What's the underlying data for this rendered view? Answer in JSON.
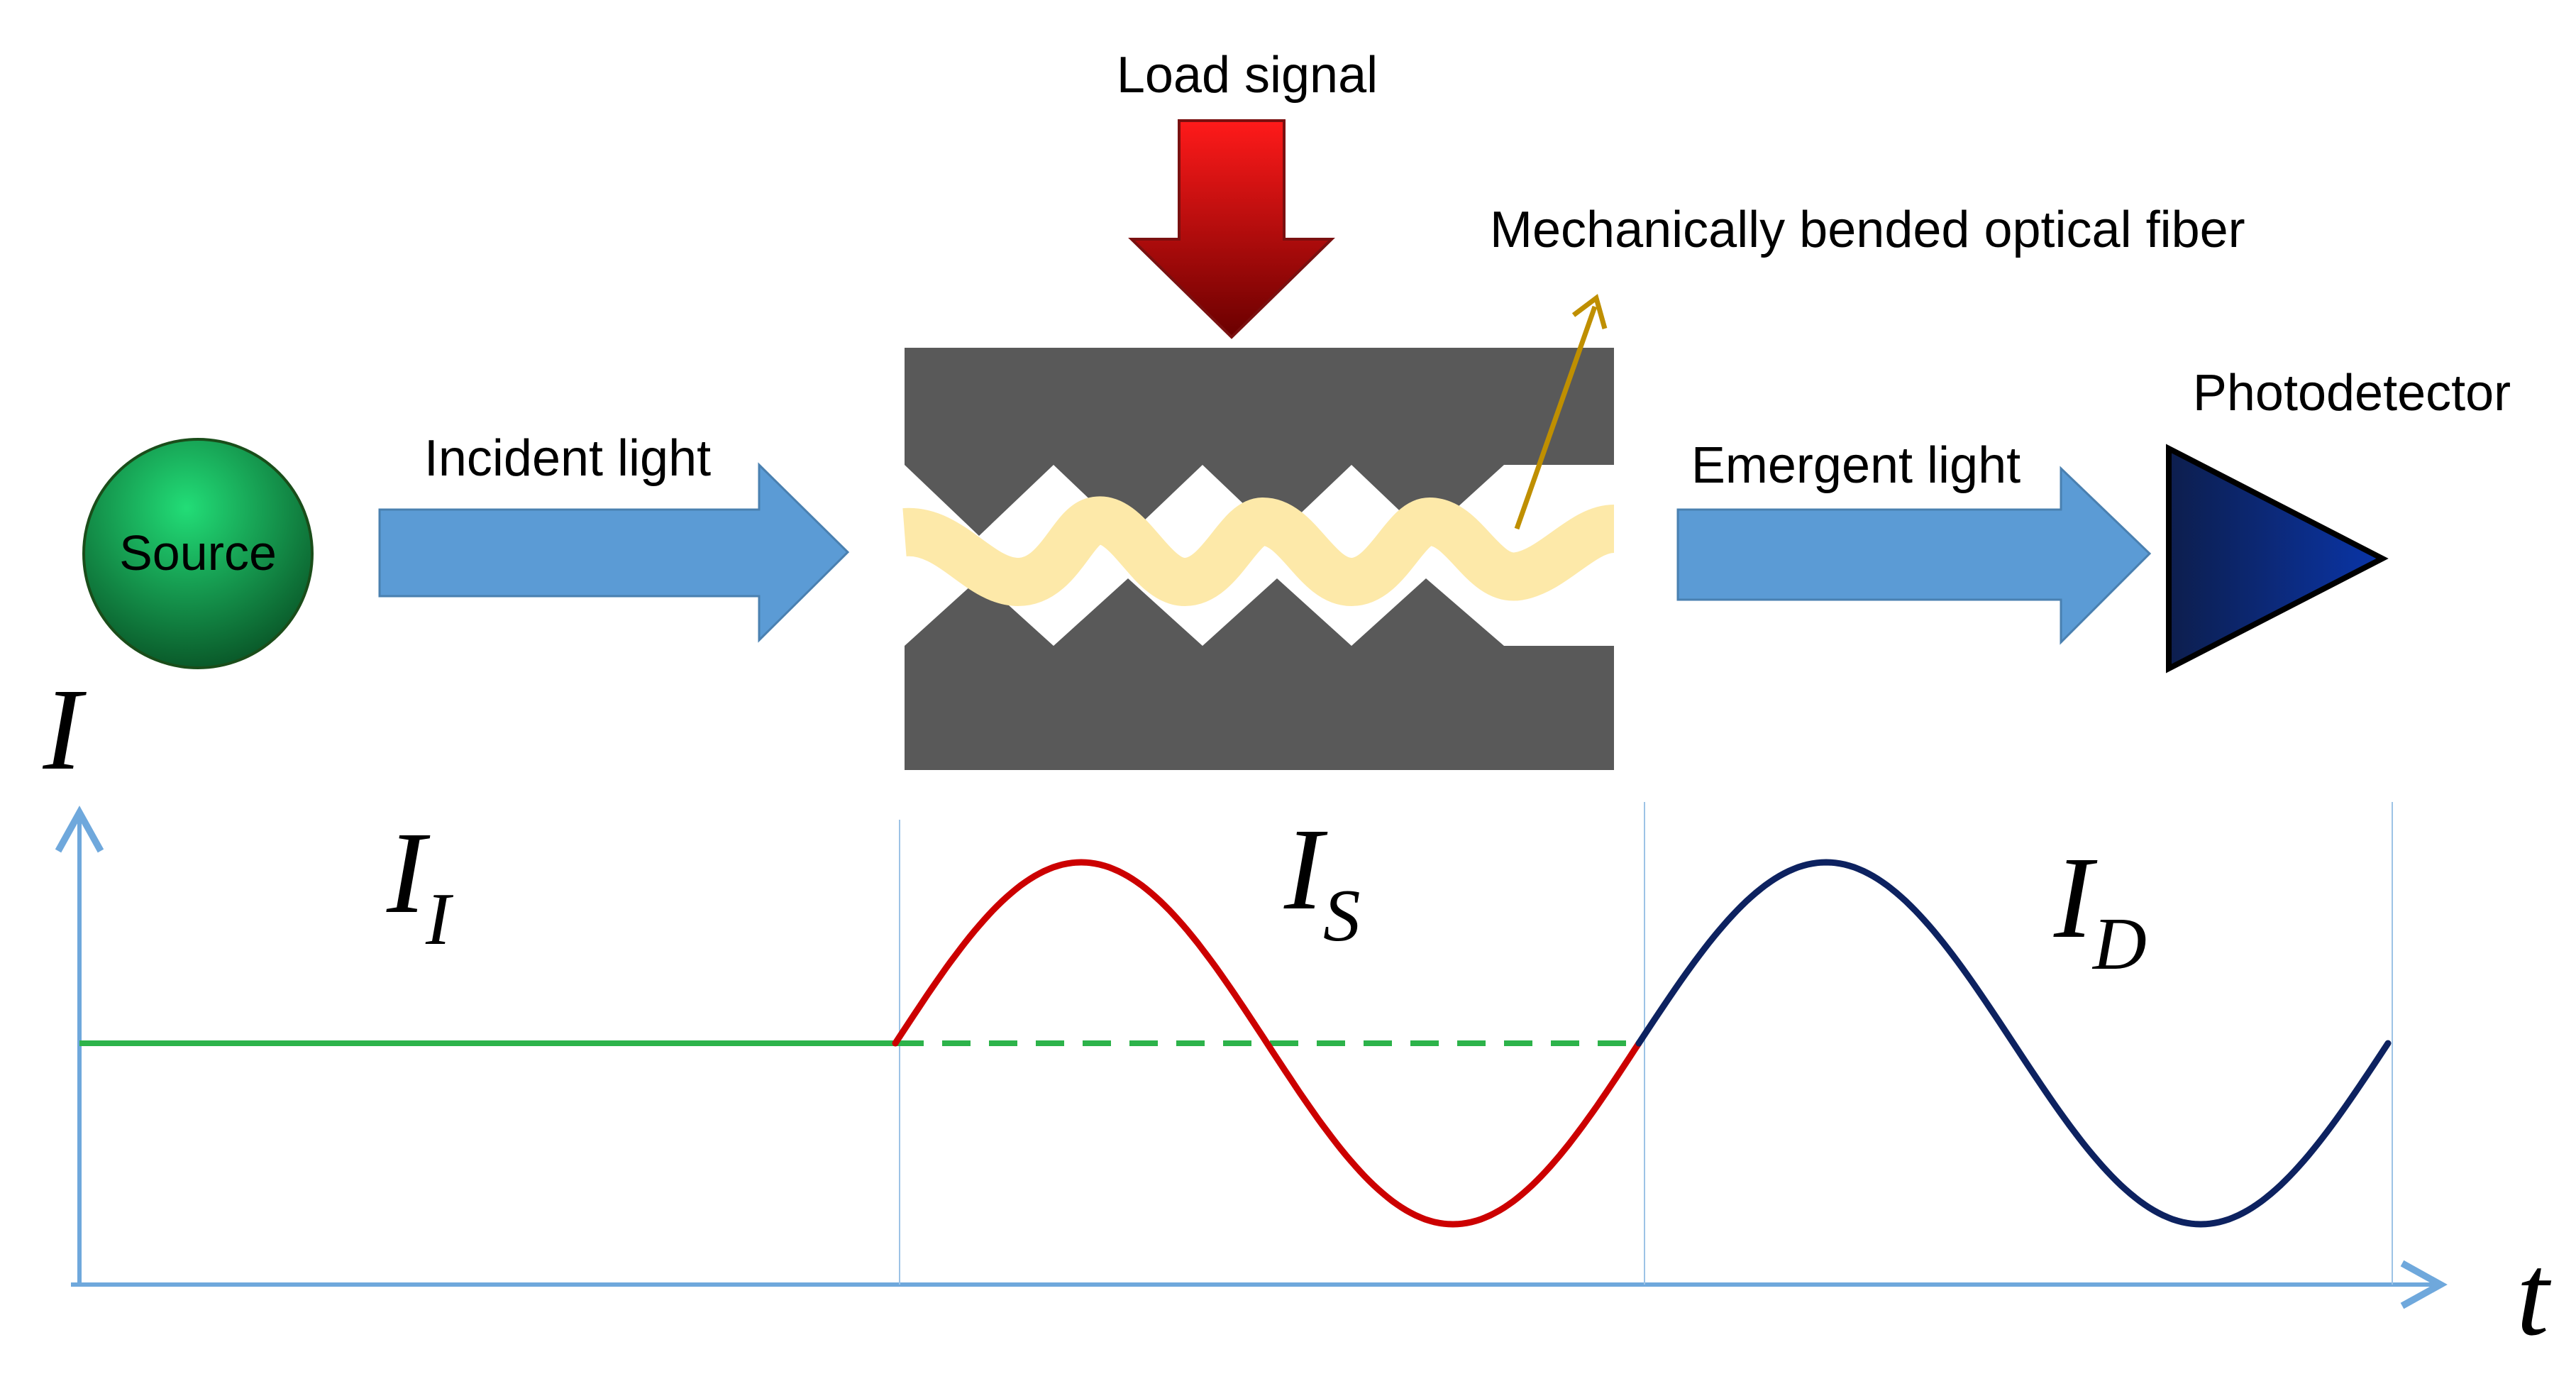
{
  "labels": {
    "load_signal": "Load signal",
    "fiber": "Mechanically bended optical fiber",
    "incident": "Incident light",
    "source": "Source",
    "emergent": "Emergent light",
    "photodetector": "Photodetector"
  },
  "axes": {
    "y_label": "I",
    "x_label": "t"
  },
  "regions": [
    {
      "symbol": "I",
      "subscript": "I"
    },
    {
      "symbol": "I",
      "subscript": "S"
    },
    {
      "symbol": "I",
      "subscript": "D"
    }
  ],
  "colors": {
    "arrow_blue": "#5b9bd5",
    "axis_blue": "#6fa8dc",
    "load_red": "#c00000",
    "source_green": "#2ecc71",
    "plate_gray": "#595959",
    "fiber_yellow": "#fde9a9",
    "pointer_gold": "#bf8f00",
    "signal_green": "#2db34a",
    "signal_red": "#cc0000",
    "signal_navy": "#0d2260"
  },
  "icons": {
    "source": "circle",
    "photodetector": "triangle"
  }
}
